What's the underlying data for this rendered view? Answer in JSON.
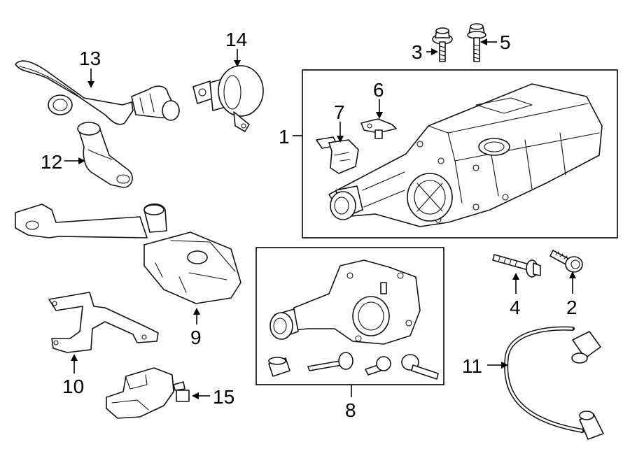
{
  "callouts": {
    "c1": "1",
    "c2": "2",
    "c3": "3",
    "c4": "4",
    "c5": "5",
    "c6": "6",
    "c7": "7",
    "c8": "8",
    "c9": "9",
    "c10": "10",
    "c11": "11",
    "c12": "12",
    "c13": "13",
    "c14": "14",
    "c15": "15"
  },
  "parts": [
    {
      "number": "1",
      "icon": "supercharger-assembly"
    },
    {
      "number": "2",
      "icon": "flange-bolt"
    },
    {
      "number": "3",
      "icon": "flange-bolt"
    },
    {
      "number": "4",
      "icon": "long-bolt"
    },
    {
      "number": "5",
      "icon": "long-bolt"
    },
    {
      "number": "6",
      "icon": "sensor"
    },
    {
      "number": "7",
      "icon": "sensor-bracket"
    },
    {
      "number": "8",
      "icon": "throttle-body-housing-kit"
    },
    {
      "number": "9",
      "icon": "intercooler-pump-assembly"
    },
    {
      "number": "10",
      "icon": "mounting-bracket"
    },
    {
      "number": "11",
      "icon": "vacuum-hose"
    },
    {
      "number": "12",
      "icon": "hose-connector"
    },
    {
      "number": "13",
      "icon": "bypass-hose"
    },
    {
      "number": "14",
      "icon": "solenoid-actuator"
    },
    {
      "number": "15",
      "icon": "pressure-sensor"
    }
  ]
}
